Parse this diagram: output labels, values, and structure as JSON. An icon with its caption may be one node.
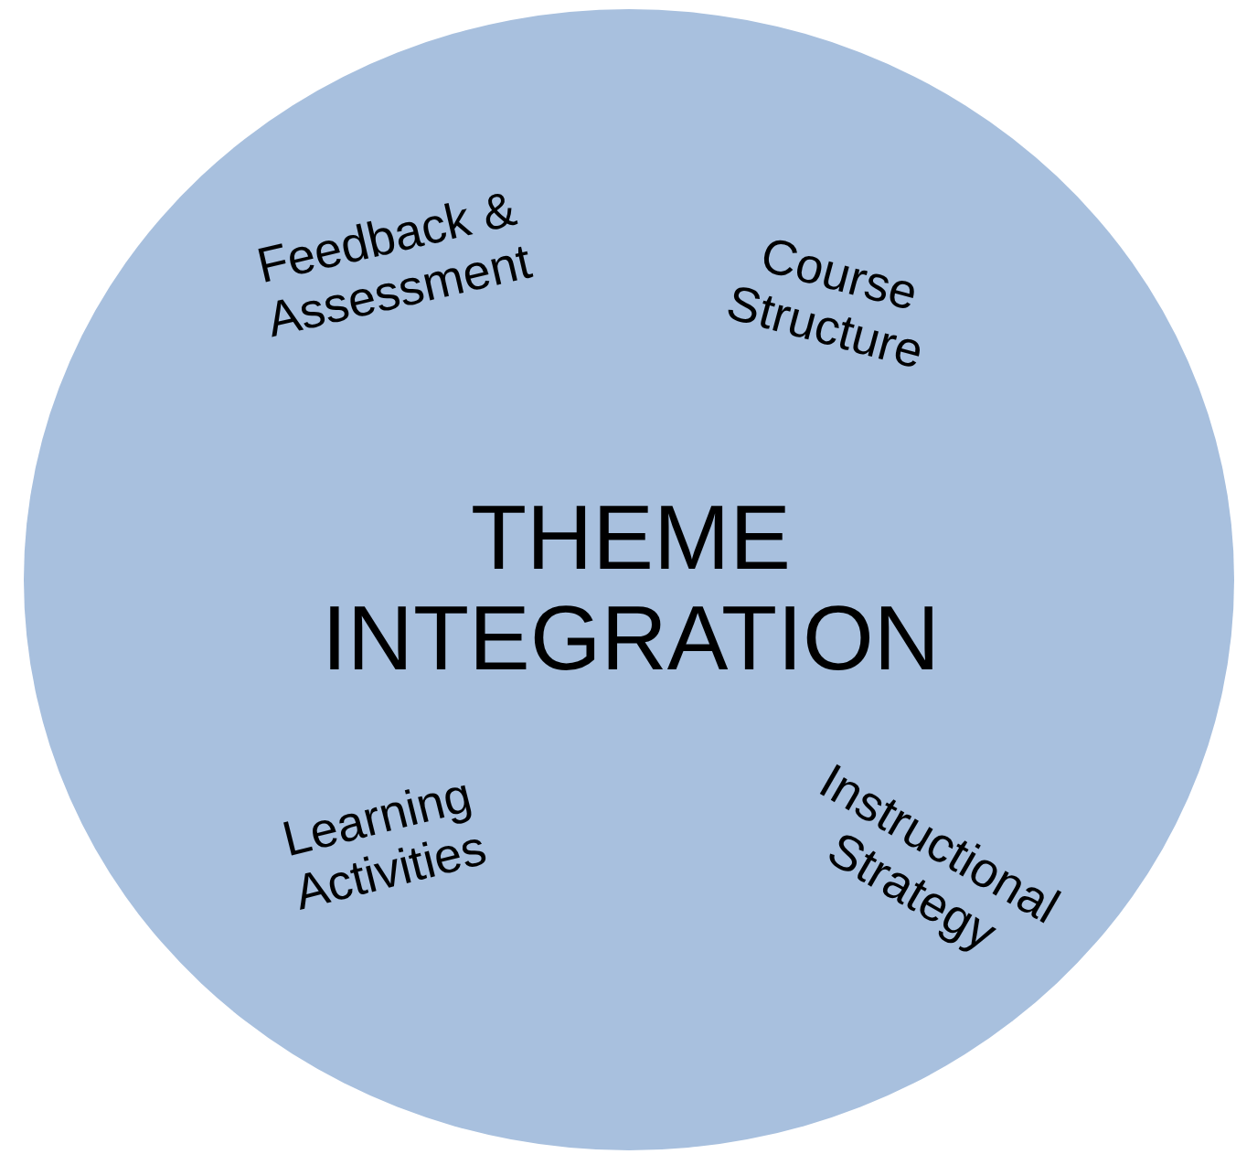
{
  "diagram": {
    "nodes": [
      {
        "text": [
          "Feedback & Assessment",
          "Course Structure",
          "THEME INTEGRATION",
          "Instructional Strategy",
          "Learning Activities"
        ]
      }
    ]
  }
}
